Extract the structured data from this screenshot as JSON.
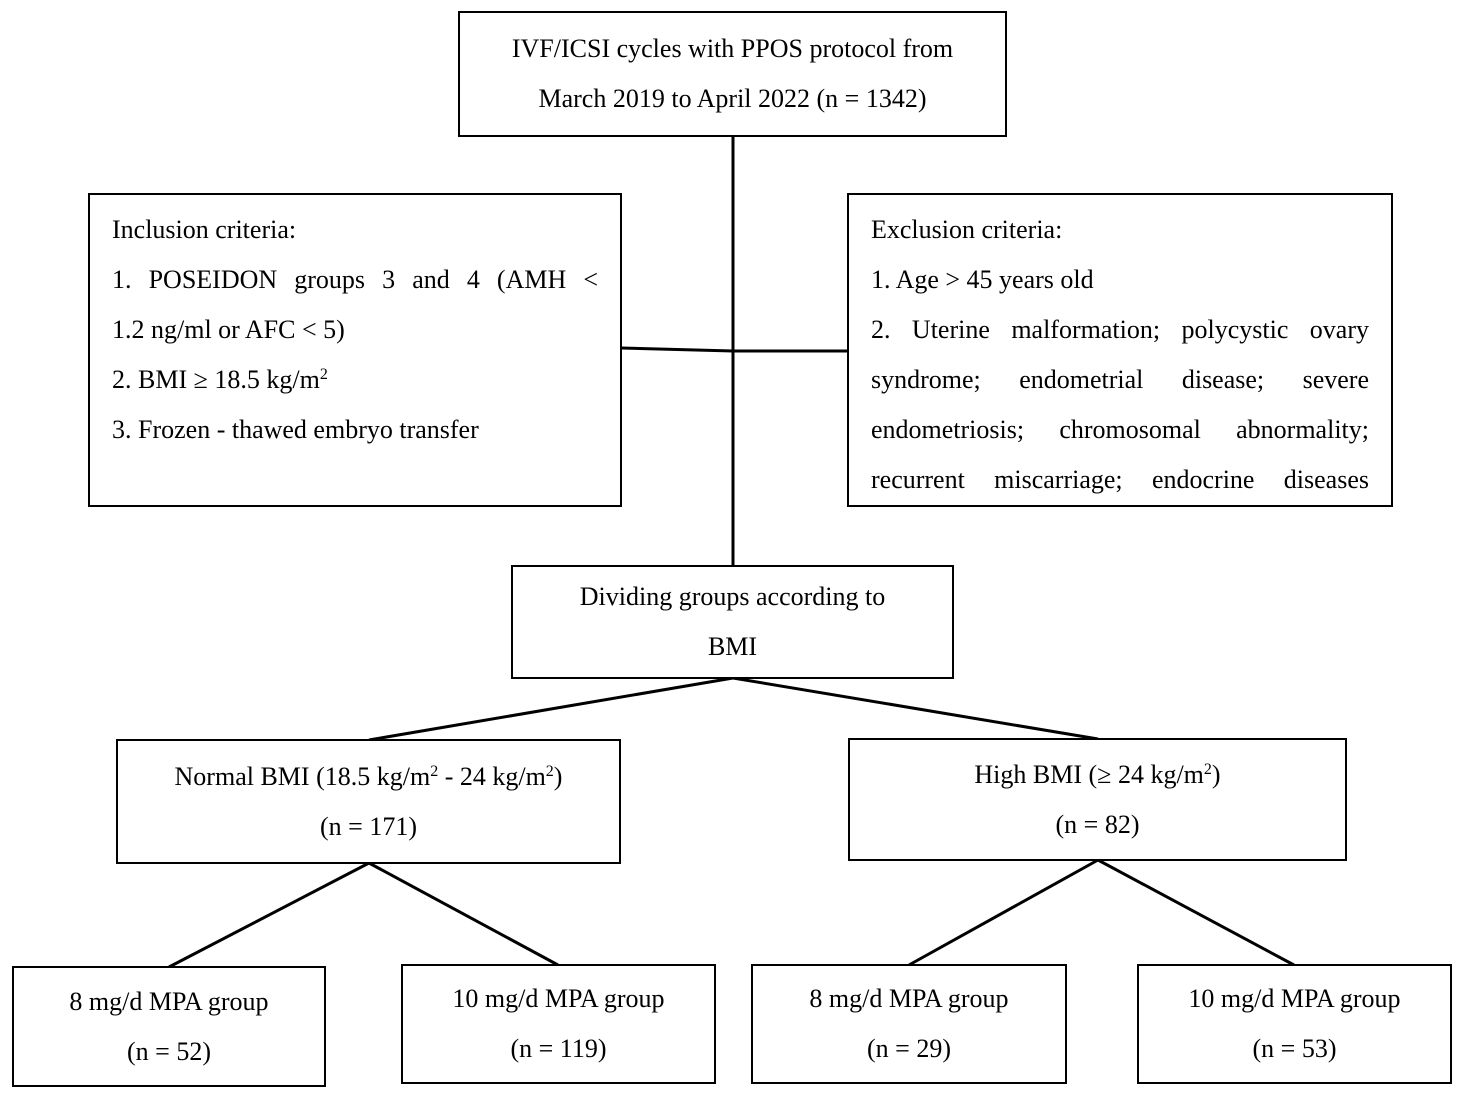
{
  "top": {
    "line1": "IVF/ICSI cycles with PPOS protocol from",
    "line2": "March 2019 to April 2022 (n = 1342)"
  },
  "inclusion": {
    "title": "Inclusion criteria:",
    "item1_a": "1.  POSEIDON  groups  3  and  4  (AMH  <",
    "item1_b": "1.2 ng/ml or AFC < 5)",
    "item2": "2. BMI ≥ 18.5 kg/m",
    "item2_sup": "2",
    "item3": "3. Frozen - thawed embryo transfer"
  },
  "exclusion": {
    "title": "Exclusion criteria:",
    "item1": "1. Age > 45 years old",
    "item2_a": "2. Uterine malformation; polycystic ovary",
    "item2_b": "syndrome; endometrial disease; severe",
    "item2_c": "endometriosis; chromosomal abnormality;",
    "item2_d": "recurrent miscarriage; endocrine diseases"
  },
  "divide": {
    "line1": "Dividing groups according to",
    "line2": "BMI"
  },
  "normal": {
    "label_a": "Normal BMI (18.5 kg/m",
    "sup1": "2",
    "label_b": " - 24 kg/m",
    "sup2": "2",
    "label_c": ")",
    "count": "(n = 171)"
  },
  "high": {
    "label_a": "High BMI (≥ 24 kg/m",
    "sup1": "2",
    "label_c": ")",
    "count": "(n = 82)"
  },
  "leaves": [
    {
      "label": "8 mg/d MPA group",
      "count": "(n = 52)"
    },
    {
      "label": "10 mg/d MPA group",
      "count": "(n = 119)"
    },
    {
      "label": "8 mg/d MPA group",
      "count": "(n = 29)"
    },
    {
      "label": "10 mg/d MPA group",
      "count": "(n = 53)"
    }
  ]
}
